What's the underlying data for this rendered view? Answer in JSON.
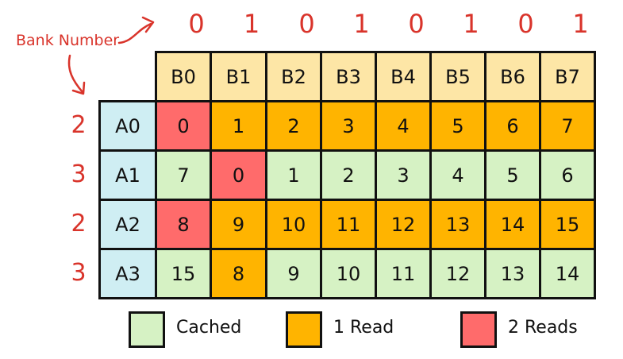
{
  "bank_label": "Bank Number",
  "bank_bits": [
    "0",
    "1",
    "0",
    "1",
    "0",
    "1",
    "0",
    "1"
  ],
  "columns": [
    "B0",
    "B1",
    "B2",
    "B3",
    "B4",
    "B5",
    "B6",
    "B7"
  ],
  "rows": [
    {
      "label": "A0",
      "reads": "2",
      "cells": [
        {
          "v": "0",
          "s": "two"
        },
        {
          "v": "1",
          "s": "one"
        },
        {
          "v": "2",
          "s": "one"
        },
        {
          "v": "3",
          "s": "one"
        },
        {
          "v": "4",
          "s": "one"
        },
        {
          "v": "5",
          "s": "one"
        },
        {
          "v": "6",
          "s": "one"
        },
        {
          "v": "7",
          "s": "one"
        }
      ]
    },
    {
      "label": "A1",
      "reads": "3",
      "cells": [
        {
          "v": "7",
          "s": "cached"
        },
        {
          "v": "0",
          "s": "two"
        },
        {
          "v": "1",
          "s": "cached"
        },
        {
          "v": "2",
          "s": "cached"
        },
        {
          "v": "3",
          "s": "cached"
        },
        {
          "v": "4",
          "s": "cached"
        },
        {
          "v": "5",
          "s": "cached"
        },
        {
          "v": "6",
          "s": "cached"
        }
      ]
    },
    {
      "label": "A2",
      "reads": "2",
      "cells": [
        {
          "v": "8",
          "s": "two"
        },
        {
          "v": "9",
          "s": "one"
        },
        {
          "v": "10",
          "s": "one"
        },
        {
          "v": "11",
          "s": "one"
        },
        {
          "v": "12",
          "s": "one"
        },
        {
          "v": "13",
          "s": "one"
        },
        {
          "v": "14",
          "s": "one"
        },
        {
          "v": "15",
          "s": "one"
        }
      ]
    },
    {
      "label": "A3",
      "reads": "3",
      "cells": [
        {
          "v": "15",
          "s": "cached"
        },
        {
          "v": "8",
          "s": "one"
        },
        {
          "v": "9",
          "s": "cached"
        },
        {
          "v": "10",
          "s": "cached"
        },
        {
          "v": "11",
          "s": "cached"
        },
        {
          "v": "12",
          "s": "cached"
        },
        {
          "v": "13",
          "s": "cached"
        },
        {
          "v": "14",
          "s": "cached"
        }
      ]
    }
  ],
  "legend": {
    "cached": "Cached",
    "one_read": "1 Read",
    "two_reads": "2 Reads"
  },
  "colors": {
    "cached": "#d6f2c4",
    "one_read": "#ffb400",
    "two_reads": "#ff6b6b",
    "header": "#fde6a6",
    "row_header": "#cfeef3",
    "annotation": "#d9342b"
  }
}
